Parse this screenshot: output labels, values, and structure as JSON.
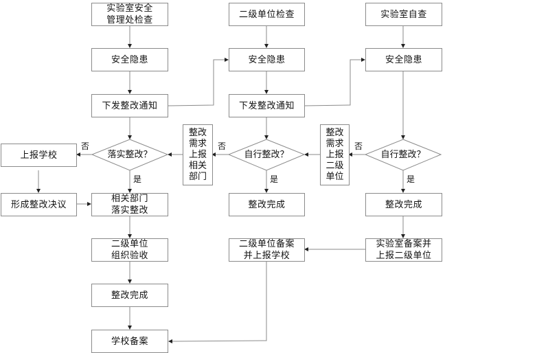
{
  "flowchart": {
    "col1": {
      "start": "实验室安全\n管理处检查",
      "hazard": "安全隐患",
      "notice": "下发整改通知",
      "decision": "落实整改？",
      "yes": "是",
      "no": "否",
      "report_school": "上报学校",
      "form_decision": "形成整改决议",
      "dept_rectify": "相关部门\n落实整改",
      "accept": "二级单位\n组织验收",
      "done": "整改完成",
      "school_record": "学校备案"
    },
    "col2": {
      "start": "二级单位检查",
      "hazard": "安全隐患",
      "notice": "下发整改通知",
      "decision": "自行整改？",
      "yes": "是",
      "no": "否",
      "escalate": "整改\n需求\n上报\n相关\n部门",
      "done": "整改完成",
      "record": "二级单位备案\n并上报学校"
    },
    "col3": {
      "start": "实验室自查",
      "hazard": "安全隐患",
      "decision": "自行整改？",
      "yes": "是",
      "no": "否",
      "escalate": "整改\n需求\n上报\n二级\n单位",
      "done": "整改完成",
      "record": "实验室备案并\n上报二级单位"
    }
  }
}
